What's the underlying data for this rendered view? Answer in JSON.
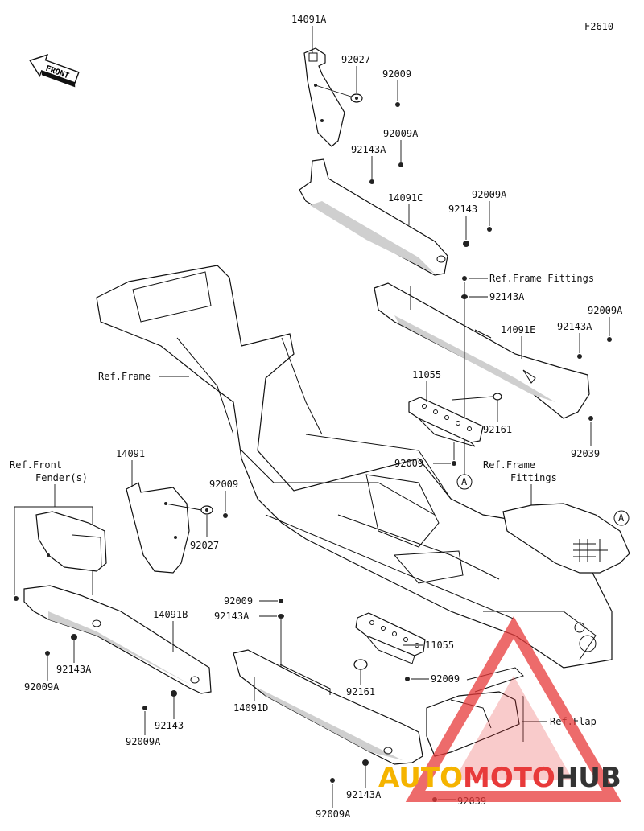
{
  "diagram_code": "F2610",
  "front_arrow_label": "FRONT",
  "labels": {
    "p14091A": "14091A",
    "p92027_top": "92027",
    "p92009_top": "92009",
    "p92009A_1": "92009A",
    "p92143A_1": "92143A",
    "p14091C": "14091C",
    "p92009A_2": "92009A",
    "p92143_1": "92143",
    "ref_frame_fittings_1": "Ref.Frame Fittings",
    "p92143A_2": "92143A",
    "p92009A_3": "92009A",
    "p92143A_3": "92143A",
    "p14091E": "14091E",
    "ref_frame": "Ref.Frame",
    "p11055_1": "11055",
    "p92161_1": "92161",
    "p92039_1": "92039",
    "p92009_mid": "92009",
    "circle_a_1": "A",
    "ref_frame_fittings_2a": "Ref.Frame",
    "ref_frame_fittings_2b": "Fittings",
    "circle_a_2": "A",
    "ref_front_fender_a": "Ref.Front",
    "ref_front_fender_b": "Fender(s)",
    "p14091": "14091",
    "p92009_left": "92009",
    "p92027_left": "92027",
    "p14091B": "14091B",
    "p92143A_4": "92143A",
    "p92009A_4": "92009A",
    "p92143_2": "92143",
    "p92009A_5": "92009A",
    "p92009_low": "92009",
    "p92143A_5": "92143A",
    "p11055_2": "11055",
    "p92009_low2": "92009",
    "p92161_2": "92161",
    "p14091D": "14091D",
    "ref_flap": "Ref.Flap",
    "p92143A_6": "92143A",
    "p92039_2": "92039",
    "p92009A_6": "92009A"
  },
  "watermark": {
    "part1": "AUTO",
    "part2": "MOTO",
    "part3": "HUB",
    "color1": "#f5b400",
    "color2": "#e83a3a",
    "color3": "#333333"
  }
}
